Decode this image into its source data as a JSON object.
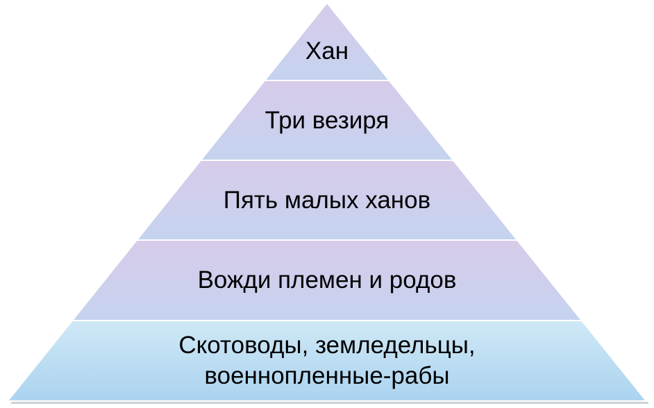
{
  "diagram": {
    "type": "pyramid",
    "colors": {
      "outline": "#ffffff",
      "shadow": "#9aa3b0",
      "tier_top": "#d8cbea",
      "tier_bottom": "#c4d3ef",
      "base_top": "#cfe8f6",
      "base_bottom": "#abd3ef",
      "text": "#000000"
    },
    "tiers": [
      {
        "lines": [
          "Хан"
        ]
      },
      {
        "lines": [
          "Три везиря"
        ]
      },
      {
        "lines": [
          "Пять малых ханов"
        ]
      },
      {
        "lines": [
          "Вожди племен и родов"
        ]
      },
      {
        "lines": [
          "Скотоводы, земледельцы,",
          "военнопленные-рабы"
        ]
      }
    ]
  }
}
